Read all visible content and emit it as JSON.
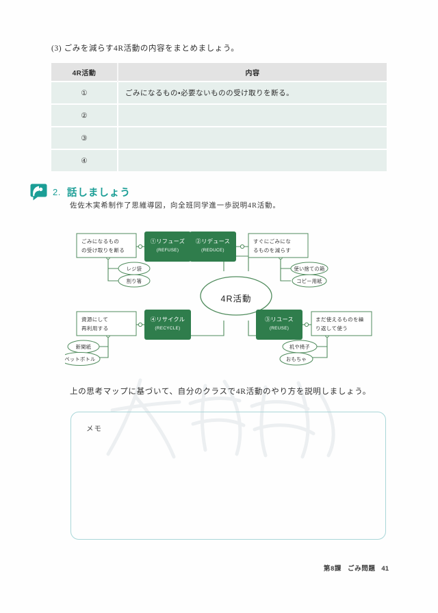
{
  "question3": {
    "text": "(3) ごみを減らす4R活動の内容をまとめましょう。"
  },
  "table": {
    "headers": [
      "4R活動",
      "内容"
    ],
    "rows": [
      {
        "num": "①",
        "content": "ごみになるもの・必要ないものの受け取りを断る。"
      },
      {
        "num": "②",
        "content": ""
      },
      {
        "num": "③",
        "content": ""
      },
      {
        "num": "④",
        "content": ""
      }
    ]
  },
  "section2": {
    "icon": "speech-person-icon",
    "number": "2.",
    "title": "話しましょう",
    "subtitle": "佐佐木実希制作了思維導図，向全班同学進一歩説明4R活動。",
    "accent_color": "#1b9e96"
  },
  "mindmap": {
    "center": "4R活動",
    "node_color": "#2f7d4c",
    "line_color": "#4f8b5c",
    "branches": [
      {
        "id": "refuse",
        "label": "①リフューズ",
        "english": "(REFUSE)",
        "detail": [
          "ごみになるもの",
          "の受け取りを断る"
        ],
        "examples": [
          "レジ袋",
          "割り箸"
        ]
      },
      {
        "id": "reduce",
        "label": "②リデュース",
        "english": "(REDUCE)",
        "detail": [
          "すぐにごみにな",
          "るものを減らす"
        ],
        "examples": [
          "使い捨ての箱",
          "コピー用紙"
        ]
      },
      {
        "id": "recycle",
        "label": "④リサイクル",
        "english": "(RECYCLE)",
        "detail": [
          "資源にして",
          "再利用する"
        ],
        "examples": [
          "新聞紙",
          "ペットボトル"
        ]
      },
      {
        "id": "reuse",
        "label": "③リユース",
        "english": "(REUSE)",
        "detail": [
          "まだ使えるものを繰",
          "り返して使う"
        ],
        "examples": [
          "机や椅子",
          "おもちゃ"
        ]
      }
    ]
  },
  "instruction": {
    "text": "上の思考マップに基づいて、自分のクラスで4R活動のやり方を説明しましょう。"
  },
  "memo": {
    "label": "メモ",
    "value": "",
    "border_color": "#a8d6d8"
  },
  "footer": {
    "lesson": "第8課",
    "topic": "ごみ問題",
    "page": "41"
  }
}
